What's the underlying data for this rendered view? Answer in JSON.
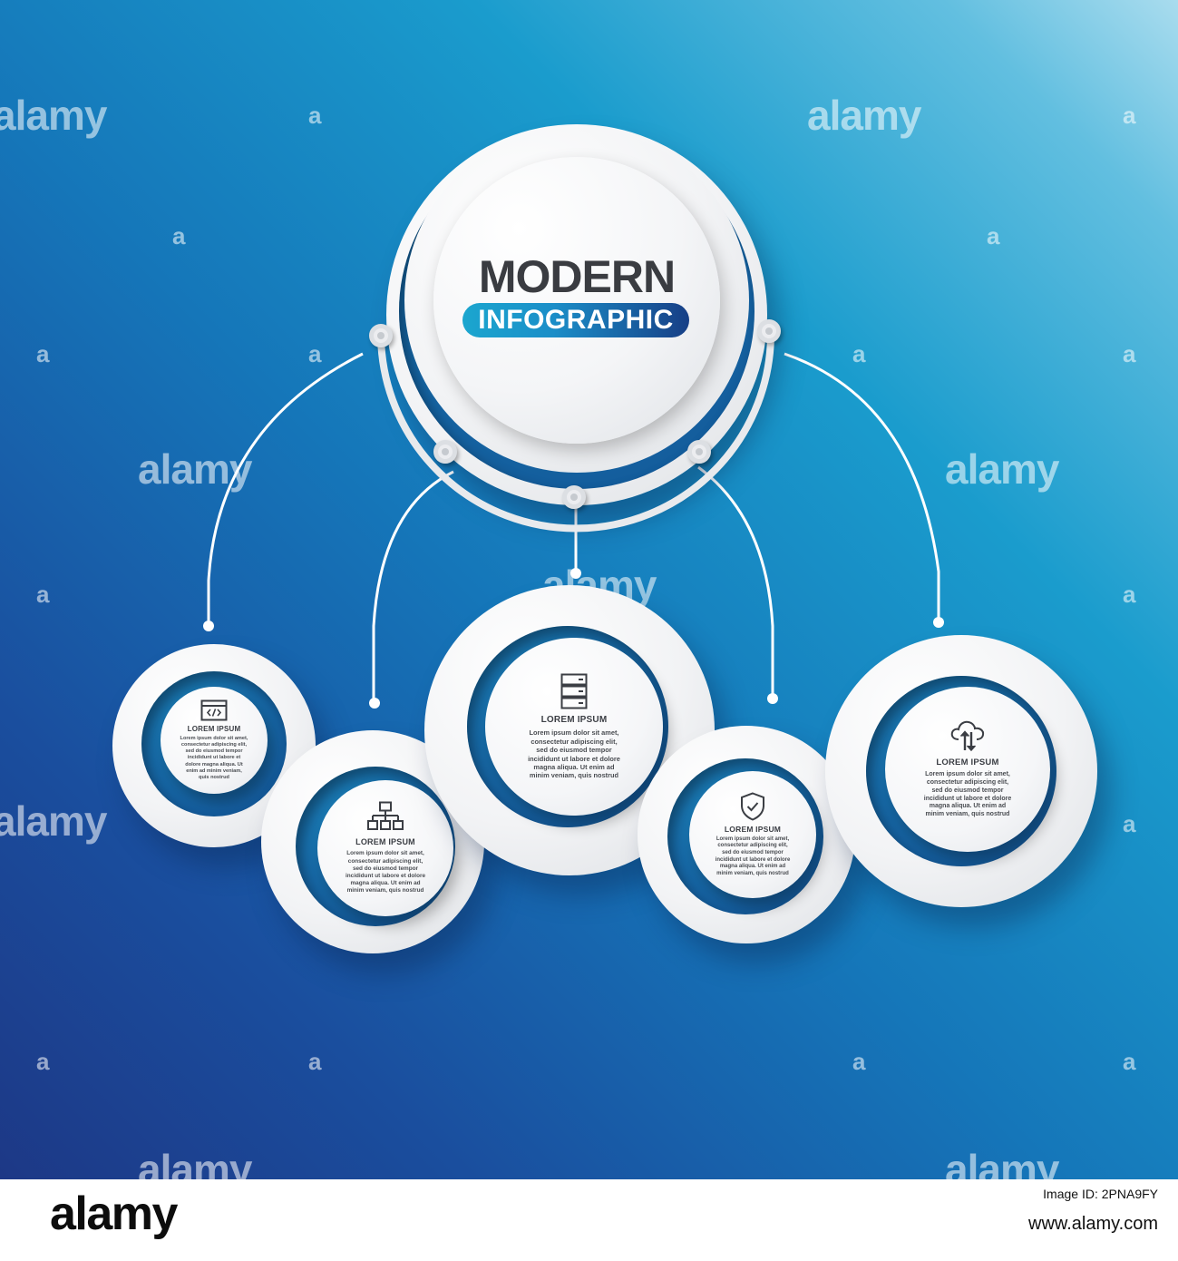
{
  "hub": {
    "title": "MODERN",
    "subtitle": "INFOGRAPHIC"
  },
  "items": [
    {
      "icon": "code-window-icon",
      "title": "LOREM IPSUM",
      "text": "Lorem ipsum dolor sit amet,\nconsectetur adipiscing elit,\nsed do eiusmod tempor\nincididunt ut labore et\ndolore magna aliqua. Ut\nenim ad minim veniam,\nquis nostrud"
    },
    {
      "icon": "hierarchy-icon",
      "title": "LOREM IPSUM",
      "text": "Lorem ipsum dolor sit amet,\nconsectetur adipiscing elit,\nsed do eiusmod tempor\nincididunt ut labore et dolore\nmagna aliqua. Ut enim ad\nminim veniam, quis nostrud"
    },
    {
      "icon": "server-icon",
      "title": "LOREM IPSUM",
      "text": "Lorem ipsum dolor sit amet,\nconsectetur adipiscing elit,\nsed do eiusmod tempor\nincididunt ut labore et dolore\nmagna aliqua. Ut enim ad\nminim veniam, quis nostrud"
    },
    {
      "icon": "shield-check-icon",
      "title": "LOREM IPSUM",
      "text": "Lorem ipsum dolor sit amet,\nconsectetur adipiscing elit,\nsed do eiusmod tempor\nincididunt ut labore et dolore\nmagna aliqua. Ut enim ad\nminim veniam, quis nostrud"
    },
    {
      "icon": "cloud-transfer-icon",
      "title": "LOREM IPSUM",
      "text": "Lorem ipsum dolor sit amet,\nconsectetur adipiscing elit,\nsed do eiusmod tempor\nincididunt ut labore et dolore\nmagna aliqua. Ut enim ad\nminim veniam, quis nostrud"
    }
  ],
  "watermark": {
    "word": "alamy",
    "letter": "a"
  },
  "footer": {
    "logo": "alamy",
    "image_id": "Image ID: 2PNA9FY",
    "site": "www.alamy.com"
  },
  "colors": {
    "background_light": "#a9dcee",
    "background_mid": "#1a9ccd",
    "background_dark": "#1d3886",
    "ring_blue": "#155e9f",
    "pill_start": "#1ba6cf",
    "pill_end": "#173f86",
    "text_dark": "#3a3c41"
  }
}
